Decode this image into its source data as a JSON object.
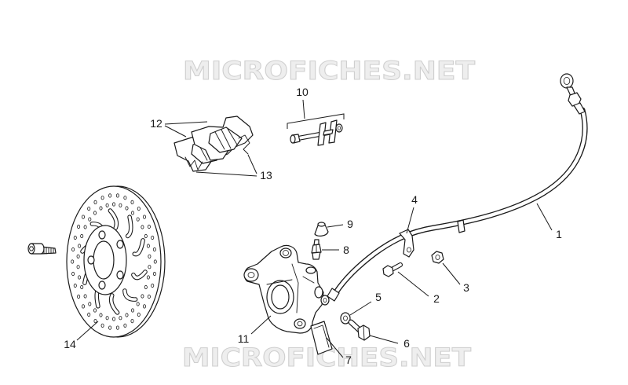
{
  "diagram": {
    "watermark_top": "MICROFICHES.NET",
    "watermark_bottom": "MICROFICHES.NET"
  },
  "callouts": [
    "1",
    "2",
    "3",
    "4",
    "5",
    "6",
    "7",
    "8",
    "9",
    "10",
    "11",
    "12",
    "13",
    "14"
  ],
  "colors": {
    "line": "#1a1a1a",
    "watermark": "#cfcfcf",
    "background": "#ffffff"
  }
}
